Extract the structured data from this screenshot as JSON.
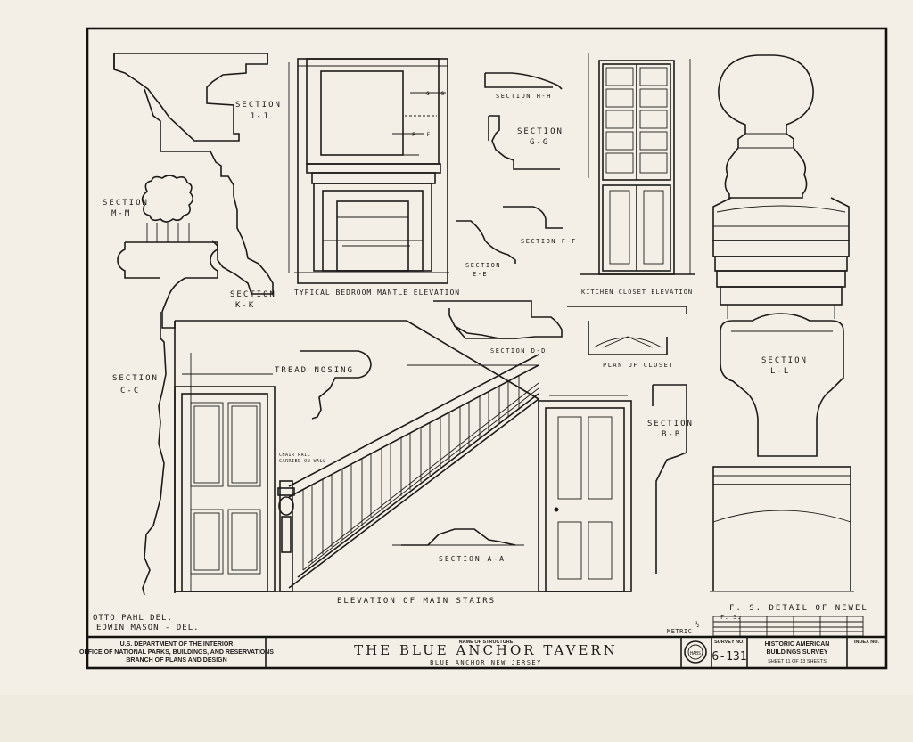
{
  "drawing": {
    "labels": {
      "section_jj": [
        "SECTION",
        "J-J"
      ],
      "mantle": "TYPICAL BEDROOM MANTLE ELEVATION",
      "section_hh": "SECTION H-H",
      "section_gg": [
        "SECTION",
        "G-G"
      ],
      "section_ff": "SECTION F-F",
      "section_ee": [
        "SECTION",
        "E-E"
      ],
      "section_mm": [
        "SECTION",
        "M-M"
      ],
      "section_kk": [
        "SECTION",
        "K-K"
      ],
      "kitchen_closet": "KITCHEN CLOSET ELEVATION",
      "section_dd": "SECTION D-D",
      "plan_closet": "PLAN OF CLOSET",
      "section_cc": [
        "SECTION",
        "C-C"
      ],
      "tread_nosing": "TREAD NOSING",
      "section_bb": [
        "SECTION",
        "B-B"
      ],
      "section_ll": [
        "SECTION",
        "L-L"
      ],
      "section_aa": "SECTION A-A",
      "main_stairs": "ELEVATION OF MAIN STAIRS",
      "newel": "F. S. DETAIL OF NEWEL",
      "chair_rail": [
        "CHAIR RAIL",
        "CARRIED ON WALL"
      ]
    },
    "delineators": [
      "OTTO PAHL DEL.",
      "EDWIN MASON - DEL."
    ],
    "scale": {
      "fs": "F. S.",
      "metric": "METRIC",
      "half": "½"
    }
  },
  "title_block": {
    "agency": [
      "U.S. DEPARTMENT OF THE INTERIOR",
      "OFFICE OF NATIONAL PARKS, BUILDINGS, AND RESERVATIONS",
      "BRANCH OF PLANS AND DESIGN"
    ],
    "name_caption": "NAME OF STRUCTURE",
    "structure_name": "THE BLUE ANCHOR TAVERN",
    "location": "BLUE ANCHOR NEW JERSEY",
    "survey_caption": "SURVEY NO.",
    "survey_no": "6-131",
    "program": [
      "HISTORIC AMERICAN",
      "BUILDINGS SURVEY"
    ],
    "sheet": "SHEET 11 OF 13 SHEETS",
    "index_caption": "INDEX NO."
  }
}
